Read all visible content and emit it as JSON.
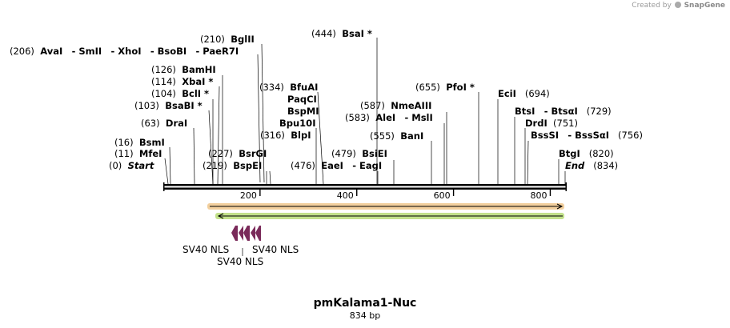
{
  "header": {
    "created_by": "Created by",
    "brand": "SnapGene"
  },
  "map": {
    "name": "pmKalama1-Nuc",
    "length_label": "834 bp",
    "length": 834,
    "ticks": [
      {
        "value": 200,
        "label": "200"
      },
      {
        "value": 400,
        "label": "400"
      },
      {
        "value": 600,
        "label": "600"
      },
      {
        "value": 800,
        "label": "800"
      }
    ]
  },
  "sites": [
    {
      "pos": "(206)",
      "names": [
        {
          "t": "AvaI"
        },
        {
          "t": " - SmII"
        },
        {
          "t": " - XhoI"
        },
        {
          "t": " - BsoBI"
        },
        {
          "t": " - PaeR7I"
        }
      ]
    },
    {
      "pos": "(210)",
      "names": [
        {
          "t": "BglII"
        }
      ]
    },
    {
      "pos": "(444)",
      "names": [
        {
          "t": "BsaI *"
        }
      ]
    },
    {
      "pos": "(126)",
      "names": [
        {
          "t": "BamHI"
        }
      ]
    },
    {
      "pos": "(114)",
      "names": [
        {
          "t": "XbaI *"
        }
      ]
    },
    {
      "pos": "(104)",
      "names": [
        {
          "t": "BclI *"
        }
      ]
    },
    {
      "pos": "(103)",
      "names": [
        {
          "t": "BsaBI *"
        }
      ]
    },
    {
      "pos": "(63)",
      "names": [
        {
          "t": "DraI"
        }
      ]
    },
    {
      "pos": "(16)",
      "names": [
        {
          "t": "BsmI"
        }
      ]
    },
    {
      "pos": "(11)",
      "names": [
        {
          "t": "MfeI"
        }
      ]
    },
    {
      "pos": "(0)",
      "names": [
        {
          "t": "Start"
        }
      ]
    },
    {
      "pos": "(334)",
      "names": [
        {
          "t": "BfuAI"
        }
      ]
    },
    {
      "pos": "",
      "names": [
        {
          "t": "PaqCI"
        }
      ]
    },
    {
      "pos": "",
      "names": [
        {
          "t": "BspMI"
        }
      ]
    },
    {
      "pos": "",
      "names": [
        {
          "t": "Bpu10I"
        }
      ]
    },
    {
      "pos": "(316)",
      "names": [
        {
          "t": "BlpI"
        }
      ]
    },
    {
      "pos": "(227)",
      "names": [
        {
          "t": "BsrGI"
        }
      ]
    },
    {
      "pos": "(219)",
      "names": [
        {
          "t": "BspEI"
        }
      ]
    },
    {
      "pos": "(587)",
      "names": [
        {
          "t": "NmeAIII"
        }
      ]
    },
    {
      "pos": "(583)",
      "names": [
        {
          "t": "AleI"
        },
        {
          "t": " - MslI"
        }
      ]
    },
    {
      "pos": "(555)",
      "names": [
        {
          "t": "BanI"
        }
      ]
    },
    {
      "pos": "(479)",
      "names": [
        {
          "t": "BsiEI"
        }
      ]
    },
    {
      "pos": "(476)",
      "names": [
        {
          "t": "EaeI"
        },
        {
          "t": " - EagI"
        }
      ]
    },
    {
      "pos": "(655)",
      "names": [
        {
          "t": "PfoI *"
        }
      ]
    },
    {
      "pos": "(694)",
      "names": [
        {
          "t": "EciI"
        }
      ]
    },
    {
      "pos": "(729)",
      "names": [
        {
          "t": "BtsI"
        },
        {
          "t": " - BtsαI"
        }
      ]
    },
    {
      "pos": "(751)",
      "names": [
        {
          "t": "DrdI"
        }
      ]
    },
    {
      "pos": "(756)",
      "names": [
        {
          "t": "BssSI"
        },
        {
          "t": " - BssSαI"
        }
      ]
    },
    {
      "pos": "(820)",
      "names": [
        {
          "t": "BtgI"
        }
      ]
    },
    {
      "pos": "(834)",
      "names": [
        {
          "t": "End"
        }
      ]
    }
  ],
  "features": {
    "nls_labels": [
      "SV40 NLS",
      "SV40 NLS",
      "SV40 NLS"
    ],
    "colors": {
      "orange_arrow": "#e8a84c",
      "green_arrow": "#a8d45a",
      "nls": "#7a2a5a"
    }
  }
}
